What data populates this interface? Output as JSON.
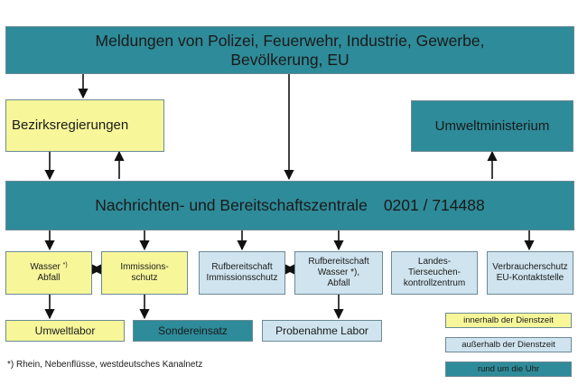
{
  "header": {
    "line1": "Meldungen von Polizei, Feuerwehr, Industrie, Gewerbe,",
    "line2": "Bevölkerung, EU"
  },
  "bezirk": {
    "label": "Bezirksregierungen"
  },
  "ministerium": {
    "label": "Umweltministerium"
  },
  "zentrale": {
    "label": "Nachrichten- und Bereitschaftszentrale",
    "phone": "0201 / 714488"
  },
  "units": {
    "wasser": {
      "line1": "Wasser",
      "sup": "*)",
      "line2": "Abfall"
    },
    "immission": {
      "line1": "Immissions-",
      "line2": "schutz"
    },
    "ruf_immission": {
      "line1": "Rufbereitschaft",
      "line2": "Immissionsschutz"
    },
    "ruf_wasser": {
      "line1": "Rufbereitschaft",
      "line2": "Wasser *),",
      "line3": "Abfall"
    },
    "landes": {
      "line1": "Landes-",
      "line2": "Tierseuchen-",
      "line3": "kontrollzentrum"
    },
    "verbraucher": {
      "line1": "Verbraucherschutz",
      "line2": "EU-Kontaktstelle"
    }
  },
  "bottom": {
    "umweltlabor": "Umweltlabor",
    "sondereinsatz": "Sondereinsatz",
    "probenahme": "Probenahme Labor"
  },
  "legend": {
    "inner": "innerhalb der Dienstzeit",
    "outer": "außerhalb der Dienstzeit",
    "round": "rund um die Uhr"
  },
  "footnote": "*) Rhein, Nebenflüsse, westdeutsches Kanalnetz",
  "colors": {
    "teal": "#2e8b99",
    "yellow": "#f7f79a",
    "lightblue": "#cfe4ee"
  }
}
